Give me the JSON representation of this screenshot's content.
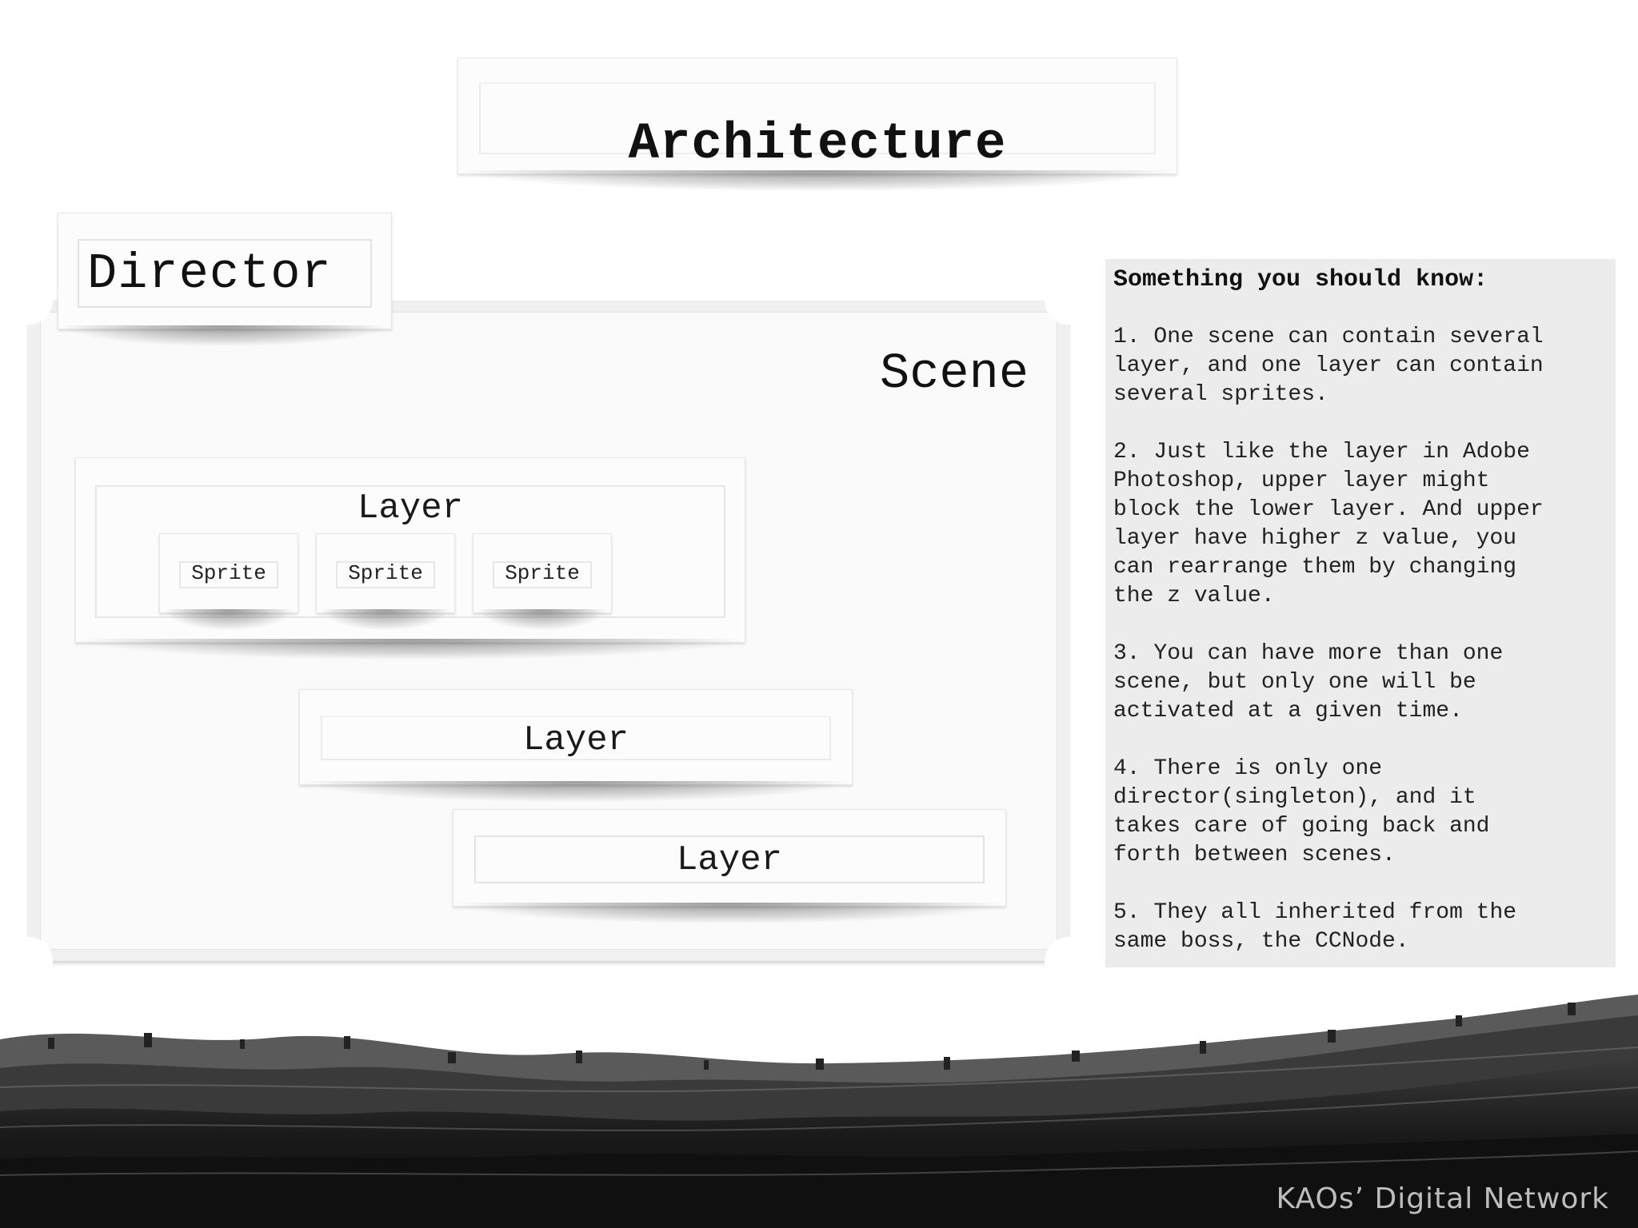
{
  "title": "Architecture",
  "diagram": {
    "director_label": "Director",
    "scene_label": "Scene",
    "layers": [
      {
        "label": "Layer",
        "sprites": [
          "Sprite",
          "Sprite",
          "Sprite"
        ]
      },
      {
        "label": "Layer"
      },
      {
        "label": "Layer"
      }
    ]
  },
  "notes": {
    "heading": "Something you should know:",
    "items": [
      "1. One scene can contain several\nlayer, and one layer can contain\nseveral sprites.",
      "2. Just like the layer in Adobe\nPhotoshop, upper layer might\nblock the lower layer. And upper\nlayer have higher z value, you\ncan rearrange them by changing\nthe z value.",
      "3. You can have more than one\nscene, but only one will be\nactivated at a given time.",
      "4. There is only one\ndirector(singleton), and it\ntakes care of going back and\nforth between scenes.",
      "5. They all inherited from the\nsame boss, the CCNode."
    ]
  },
  "footer": {
    "brand": "KAOs’ Digital Network"
  }
}
